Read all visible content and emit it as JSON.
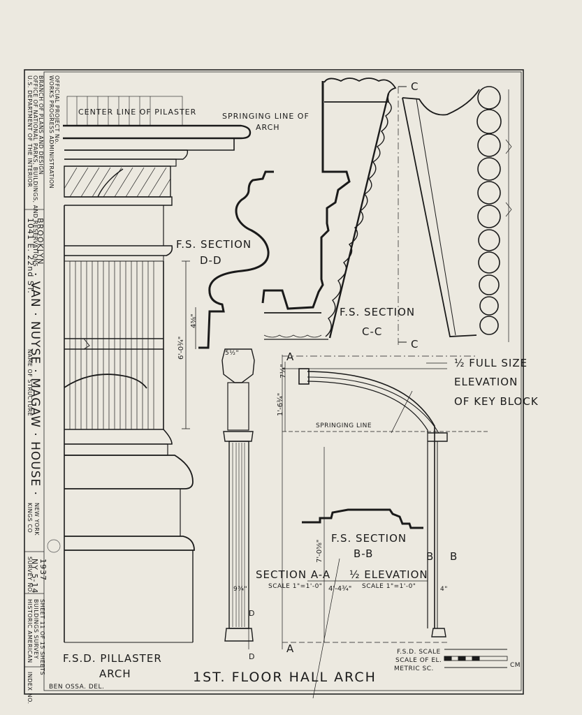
{
  "title_block": {
    "agency_line1": "U.S. DEPARTMENT OF THE INTERIOR",
    "agency_line2": "OFFICE OF NATIONAL PARKS, BUILDINGS, AND RESERVATIONS",
    "agency_line3": "BRANCH OF PLANS AND DESIGN",
    "wpa_line1": "WORKS PROGRESS ADMINISTRATION",
    "wpa_line2": "OFFICIAL PROJECT No.",
    "address": "1041 E. 22nd ST.",
    "borough": "BROOKLYN",
    "structure_caption": "NAME OF STRUCTURE",
    "structure_name": "· VAN · NUYSE · MAGAW · HOUSE ·",
    "county": "KINGS CO",
    "state": "NEW YORK",
    "survey_caption": "SURVEY NO.",
    "survey_no": "NY 5-14",
    "year": "1937",
    "habs_line1": "HISTORIC AMERICAN",
    "habs_line2": "BUILDINGS SURVEY",
    "sheet_info": "SHEET 11 OF 15 SHEETS",
    "index_caption": "INDEX NO."
  },
  "labels": {
    "center_line": "CENTER LINE OF PILASTER",
    "springing_line_arch_1": "SPRINGING LINE OF",
    "springing_line_arch_2": "ARCH",
    "fs_section_dd_1": "F.S. SECTION",
    "fs_section_dd_2": "D-D",
    "fs_section_cc_1": "F.S. SECTION",
    "fs_section_cc_2": "C-C",
    "key_block_1": "½ FULL SIZE",
    "key_block_2": "ELEVATION",
    "key_block_3": "OF KEY BLOCK",
    "springing_line": "SPRINGING LINE",
    "fs_section_bb_1": "F.S. SECTION",
    "fs_section_bb_2": "B-B",
    "section_aa": "SECTION A-A",
    "section_aa_scale": "SCALE 1\"=1'-0\"",
    "half_elevation": "½ ELEVATION",
    "half_elevation_scale": "SCALE 1\"=1'-0\"",
    "pilaster_arch_1": "F.S.D. PILLASTER",
    "pilaster_arch_2": "ARCH",
    "drawing_title": "1ST. FLOOR HALL ARCH",
    "delineator": "BEN OSSA. DEL.",
    "scale_fsd": "F.S.D. SCALE",
    "scale_el": "SCALE OF EL.",
    "scale_metric": "METRIC SC.",
    "scale_cm": "CM"
  },
  "section_markers": {
    "c_top": "C",
    "c_bottom": "C",
    "a_top": "A",
    "a_bottom": "A",
    "b_left": "B",
    "b_right": "B",
    "d_top": "D",
    "d_bottom": "D"
  },
  "dimensions": {
    "pilaster_height": "6'-0¾\"",
    "pilaster_inset": "4⅜\"",
    "capital_width": "5½\"",
    "arch_rise_1": "1'-6¾\"",
    "arch_rise_2": "7¼\"",
    "section_height": "7'-0⅝\"",
    "span": "4'-4¾\"",
    "base_dim": "9¾\"",
    "el_dim": "4\""
  }
}
